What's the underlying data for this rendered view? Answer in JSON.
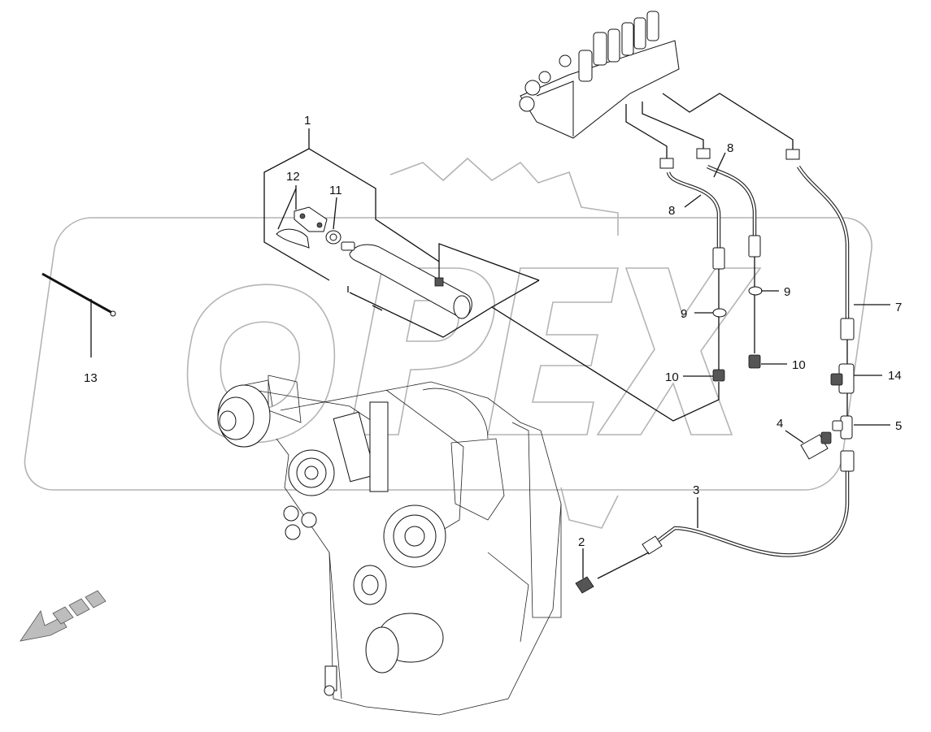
{
  "watermark": {
    "text": "OPEX"
  },
  "callouts": [
    {
      "id": "c1",
      "text": "1"
    },
    {
      "id": "c2",
      "text": "2"
    },
    {
      "id": "c3",
      "text": "3"
    },
    {
      "id": "c4",
      "text": "4"
    },
    {
      "id": "c5",
      "text": "5"
    },
    {
      "id": "c7",
      "text": "7"
    },
    {
      "id": "c8a",
      "text": "8"
    },
    {
      "id": "c8b",
      "text": "8"
    },
    {
      "id": "c9a",
      "text": "9"
    },
    {
      "id": "c9b",
      "text": "9"
    },
    {
      "id": "c10a",
      "text": "10"
    },
    {
      "id": "c10b",
      "text": "10"
    },
    {
      "id": "c11",
      "text": "11"
    },
    {
      "id": "c12",
      "text": "12"
    },
    {
      "id": "c13",
      "text": "13"
    },
    {
      "id": "c14",
      "text": "14"
    }
  ]
}
